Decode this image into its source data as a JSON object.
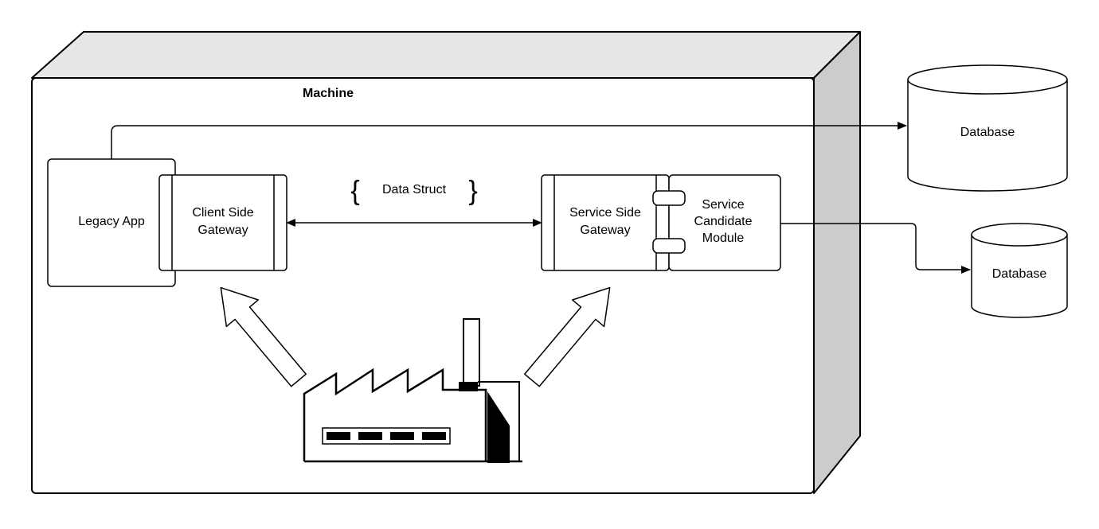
{
  "diagram": {
    "node": {
      "title": "Machine"
    },
    "components": {
      "legacy_app": "Legacy App",
      "client_gateway": [
        "Client Side",
        "Gateway"
      ],
      "service_gateway": [
        "Service Side",
        "Gateway"
      ],
      "service_module": [
        "Service",
        "Candidate",
        "Module"
      ]
    },
    "data_struct": {
      "label": "Data Struct",
      "open_brace": "{",
      "close_brace": "}"
    },
    "databases": [
      "Database",
      "Database"
    ]
  }
}
